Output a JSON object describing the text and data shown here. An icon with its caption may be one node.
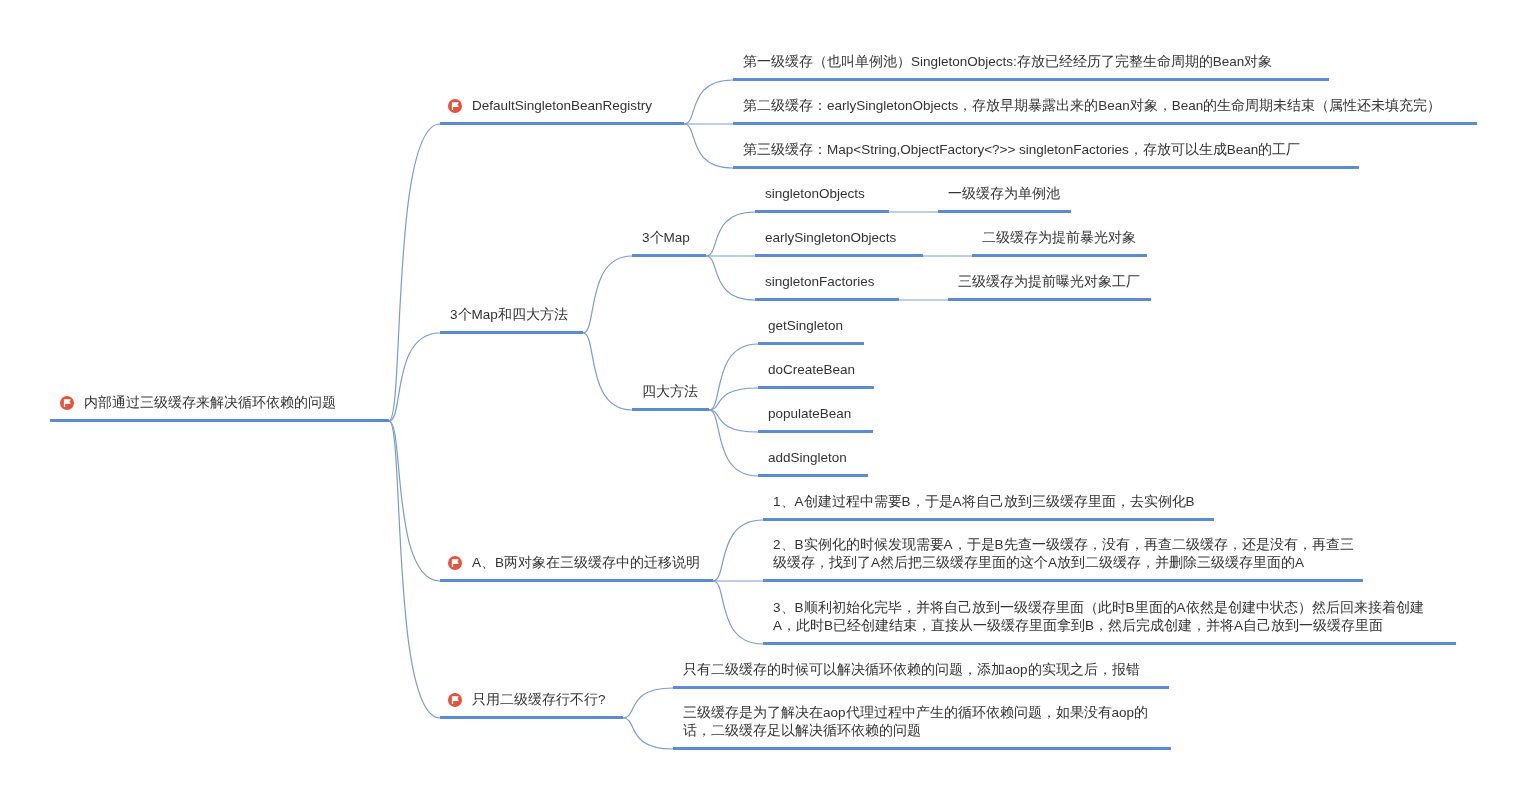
{
  "diagram": {
    "nodes": [
      {
        "text": [
          "内部通过三级缓存来解决循环依赖的问题"
        ]
      },
      {
        "text": [
          "DefaultSingletonBeanRegistry"
        ]
      },
      {
        "text": [
          "第一级缓存（也叫单例池）SingletonObjects:存放已经经历了完整生命周期的Bean对象"
        ]
      },
      {
        "text": [
          "第二级缓存：earlySingletonObjects，存放早期暴露出来的Bean对象，Bean的生命周期未结束（属性还未填充完）"
        ]
      },
      {
        "text": [
          "第三级缓存：Map<String,ObjectFactory<?>> singletonFactories，存放可以生成Bean的工厂"
        ]
      },
      {
        "text": [
          "3个Map和四大方法"
        ]
      },
      {
        "text": [
          "3个Map"
        ]
      },
      {
        "text": [
          "singletonObjects"
        ]
      },
      {
        "text": [
          "一级缓存为单例池"
        ]
      },
      {
        "text": [
          "earlySingletonObjects"
        ]
      },
      {
        "text": [
          "二级缓存为提前暴光对象"
        ]
      },
      {
        "text": [
          "singletonFactories"
        ]
      },
      {
        "text": [
          "三级缓存为提前曝光对象工厂"
        ]
      },
      {
        "text": [
          "四大方法"
        ]
      },
      {
        "text": [
          "getSingleton"
        ]
      },
      {
        "text": [
          "doCreateBean"
        ]
      },
      {
        "text": [
          "populateBean"
        ]
      },
      {
        "text": [
          "addSingleton"
        ]
      },
      {
        "text": [
          "A、B两对象在三级缓存中的迁移说明"
        ]
      },
      {
        "text": [
          "1、A创建过程中需要B，于是A将自己放到三级缓存里面，去实例化B"
        ]
      },
      {
        "text": [
          "2、B实例化的时候发现需要A，于是B先查一级缓存，没有，再查二级缓存，还是没有，再查三级缓存，找到了A然后把三级缓存里面的这个A放到二级缓存，并删除三级缓存里面的A"
        ]
      },
      {
        "text": [
          "3、B顺利初始化完毕，并将自己放到一级缓存里面（此时B里面的A依然是创建中状态）然后回来接着创建A，此时B已经创建结束，直接从一级缓存里面拿到B，然后完成创建，并将A自己放到一级缓存里面"
        ]
      },
      {
        "text": [
          "只用二级缓存行不行?"
        ]
      },
      {
        "text": [
          "只有二级缓存的时候可以解决循环依赖的问题，添加aop的实现之后，报错"
        ]
      },
      {
        "text": [
          "三级缓存是为了解决在aop代理过程中产生的循环依赖问题，如果没有aop的话，二级缓存足以解决循环依赖的问题"
        ]
      }
    ],
    "edges": [
      {
        "from": 0,
        "to": 1,
        "arrow": "none"
      },
      {
        "from": 1,
        "to": 2,
        "arrow": "none"
      },
      {
        "from": 1,
        "to": 3,
        "arrow": "none"
      },
      {
        "from": 1,
        "to": 4,
        "arrow": "none"
      },
      {
        "from": 0,
        "to": 5,
        "arrow": "none"
      },
      {
        "from": 5,
        "to": 6,
        "arrow": "none"
      },
      {
        "from": 6,
        "to": 7,
        "arrow": "none"
      },
      {
        "from": 7,
        "to": 8,
        "arrow": "none"
      },
      {
        "from": 6,
        "to": 9,
        "arrow": "none"
      },
      {
        "from": 9,
        "to": 10,
        "arrow": "none"
      },
      {
        "from": 6,
        "to": 11,
        "arrow": "none"
      },
      {
        "from": 11,
        "to": 12,
        "arrow": "none"
      },
      {
        "from": 5,
        "to": 13,
        "arrow": "none"
      },
      {
        "from": 13,
        "to": 14,
        "arrow": "none"
      },
      {
        "from": 13,
        "to": 15,
        "arrow": "none"
      },
      {
        "from": 13,
        "to": 16,
        "arrow": "none"
      },
      {
        "from": 13,
        "to": 17,
        "arrow": "none"
      },
      {
        "from": 0,
        "to": 18,
        "arrow": "none"
      },
      {
        "from": 18,
        "to": 19,
        "arrow": "none"
      },
      {
        "from": 18,
        "to": 20,
        "arrow": "none"
      },
      {
        "from": 18,
        "to": 21,
        "arrow": "none"
      },
      {
        "from": 0,
        "to": 22,
        "arrow": "none"
      },
      {
        "from": 22,
        "to": 23,
        "arrow": "none"
      },
      {
        "from": 22,
        "to": 24,
        "arrow": "none"
      }
    ]
  }
}
